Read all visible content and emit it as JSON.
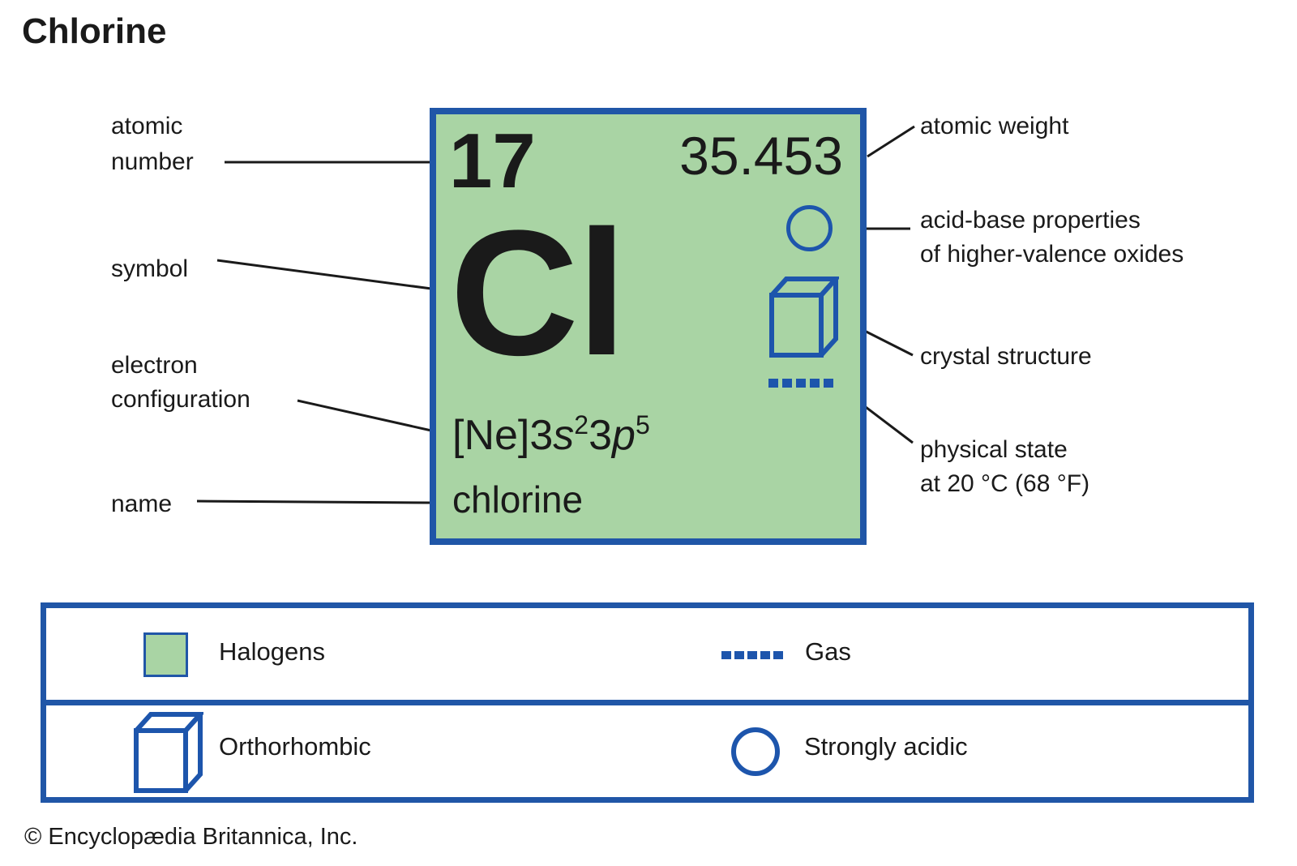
{
  "title": "Chlorine",
  "element_card": {
    "atomic_number": "17",
    "atomic_weight": "35.453",
    "symbol": "Cl",
    "electron_configuration": {
      "p1": "[Ne]3",
      "s": "s",
      "s_exp": "2",
      "p2": "3",
      "p": "p",
      "p_exp": "5"
    },
    "name": "chlorine"
  },
  "callouts": {
    "atomic_number": {
      "line1": "atomic",
      "line2": "number"
    },
    "symbol": "symbol",
    "electron_configuration": {
      "line1": "electron",
      "line2": "configuration"
    },
    "name": "name",
    "atomic_weight": "atomic weight",
    "acid_base": {
      "line1": "acid-base properties",
      "line2": "of higher-valence oxides"
    },
    "crystal_structure": "crystal structure",
    "physical_state": {
      "line1": "physical state",
      "line2": "at 20 °C (68 °F)"
    }
  },
  "card_icons": {
    "acid_base": "circle-outline-icon",
    "crystal_structure": "cube-3d-icon",
    "physical_state": "dashed-line-icon"
  },
  "legend": {
    "rows": [
      {
        "items": [
          {
            "icon": "halogens-swatch",
            "label": "Halogens"
          },
          {
            "icon": "gas-dashes-icon",
            "label": "Gas"
          }
        ]
      },
      {
        "items": [
          {
            "icon": "orthorhombic-cube-icon",
            "label": "Orthorhombic"
          },
          {
            "icon": "strongly-acidic-circle-icon",
            "label": "Strongly acidic"
          }
        ]
      }
    ]
  },
  "footer": {
    "copyright": "© Encyclopædia Britannica, Inc."
  },
  "colors": {
    "halogen_green": "#a9d4a4",
    "box_border_blue": "#2056a7",
    "icon_blue": "#1d55ac",
    "ink": "#1a1a1a"
  }
}
